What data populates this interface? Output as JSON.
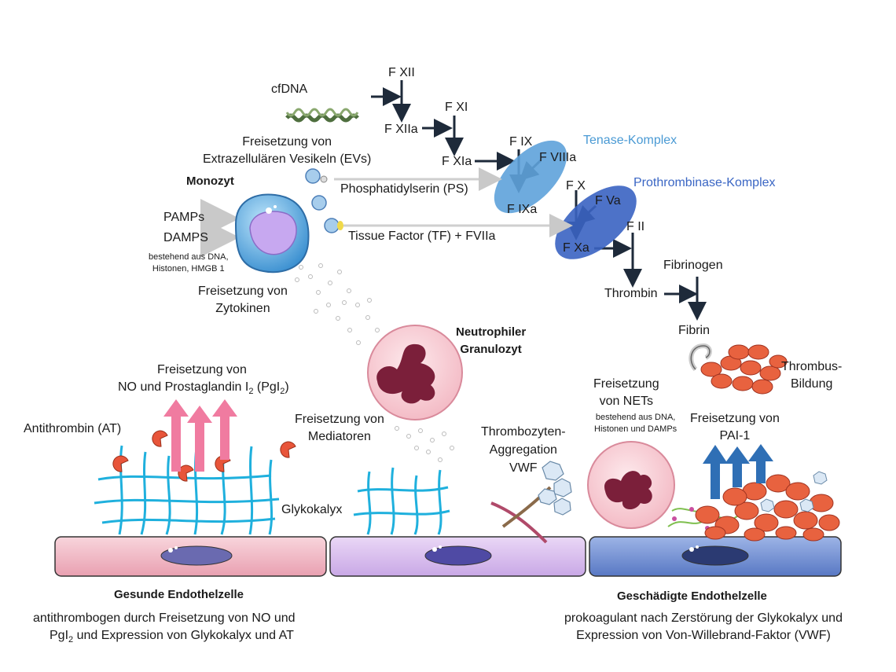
{
  "coagulation": {
    "cfdna": "cfDNA",
    "fxii": "F XII",
    "fxiia": "F XIIa",
    "fxi": "F XI",
    "fxia": "F XIa",
    "fix": "F IX",
    "fviiia": "F VIIIa",
    "fixa": "F IXa",
    "tenase": "Tenase-Komplex",
    "fx": "F X",
    "fva": "F Va",
    "fxa": "F Xa",
    "prothrombinase": "Prothrombinase-Komplex",
    "fii": "F II",
    "thrombin": "Thrombin",
    "fibrinogen": "Fibrinogen",
    "fibrin": "Fibrin",
    "thrombus": "Thrombus-\nBildung"
  },
  "monocyte": {
    "title": "Monozyt",
    "pamps": "PAMPs",
    "damps": "DAMPS",
    "damps_note": "bestehend aus DNA,\nHistonen, HMGB 1",
    "ev_release": "Freisetzung von\nExtrazellulären Vesikeln (EVs)",
    "ps": "Phosphatidylserin (PS)",
    "tf": "Tissue Factor (TF) + FVIIa",
    "cytokines": "Freisetzung von\nZytokinen"
  },
  "neutrophil": {
    "title": "Neutrophiler\nGranulozyt",
    "mediators": "Freisetzung von\nMediatoren",
    "nets": "Freisetzung\nvon NETs",
    "nets_note": "bestehend aus DNA,\nHistonen und DAMPs"
  },
  "healthy": {
    "no_release_line1": "Freisetzung von",
    "no_release_line2_pre": "NO und Prostaglandin I",
    "no_release_sub": "2",
    "no_release_mid": " (PgI",
    "no_release_sub2": "2",
    "no_release_end": ")",
    "antithrombin": "Antithrombin (AT)",
    "glycocalyx": "Glykokalyx",
    "title": "Gesunde Endothelzelle",
    "desc_line1": "antithrombogen durch Freisetzung von NO und",
    "desc_line2_pre": "PgI",
    "desc_line2_sub": "2",
    "desc_line2_post": " und Expression von Glykokalyx und AT"
  },
  "middle": {
    "platelets": "Thrombozyten-\nAggregation\nVWF"
  },
  "damaged": {
    "pai": "Freisetzung von\nPAI-1",
    "title": "Geschädigte Endothelzelle",
    "desc": "prokoagulant nach Zerstörung der Glykokalyx und\nExpression von Von-Willebrand-Faktor (VWF)"
  },
  "colors": {
    "tenase": "#4a9ad4",
    "prothrombinase": "#3a66c4",
    "healthy_cell": "#f2b6c3",
    "middle_cell": "#d6b8ec",
    "damaged_cell": "#6f8fd0",
    "glycocalyx": "#1fb0dd",
    "arrow_dark": "#1e2a3a",
    "arrow_pink": "#f07ba0",
    "arrow_blue": "#2f6fb5",
    "rbc": "#e8623f"
  }
}
